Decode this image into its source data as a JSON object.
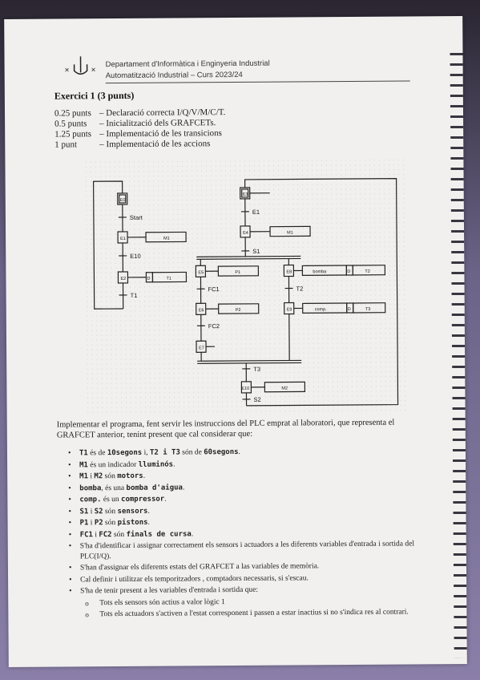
{
  "header": {
    "department": "Departament d'Informàtica i Enginyeria Industrial",
    "course": "Automatització Industrial – Curs 2023/24"
  },
  "exercise": {
    "title": "Exercici 1 (3 punts)",
    "scoring": [
      {
        "points": "0.25 punts",
        "desc": "– Declaració correcta I/Q/V/M/C/T."
      },
      {
        "points": "0.5 punts",
        "desc": "– Inicialització dels GRAFCETs."
      },
      {
        "points": "1.25 punts",
        "desc": "– Implementació de les transicions"
      },
      {
        "points": "1 punt",
        "desc": "– Implementació de les accions"
      }
    ]
  },
  "grafcet": {
    "steps": [
      "E0",
      "E1",
      "E2",
      "E3",
      "E4",
      "E5",
      "E6",
      "E7",
      "E8",
      "E9",
      "E10"
    ],
    "transitions": [
      "Start",
      "E10",
      "T1",
      "E1",
      "S1",
      "FC1",
      "FC2",
      "T2",
      "T3",
      "S2"
    ],
    "actions": [
      "M1",
      "T1",
      "M1",
      "P1",
      "bomba",
      "T2",
      "P2",
      "comp.",
      "T3",
      "M2"
    ],
    "qualifier": "D"
  },
  "body": {
    "intro": "Implementar el programa, fent servir les instruccions del PLC emprat al laboratori, que representa el GRAFCET anterior, tenint present que cal considerar que:",
    "items": [
      {
        "a": "T1",
        "b": " és de ",
        "c": "10segons",
        "d": " i, ",
        "e": "T2 i T3",
        "f": " són de ",
        "g": "60segons",
        "h": "."
      },
      {
        "a": "M1",
        "b": " és un indicador ",
        "c": "lluminós",
        "d": ".",
        "e": "",
        "f": "",
        "g": "",
        "h": ""
      },
      {
        "a": "M1",
        "b": " i ",
        "c": "M2",
        "d": " són ",
        "e": "motors",
        "f": ".",
        "g": "",
        "h": ""
      },
      {
        "a": "bomba",
        "b": ", és una ",
        "c": "bomba d'aigua",
        "d": ".",
        "e": "",
        "f": "",
        "g": "",
        "h": ""
      },
      {
        "a": "comp.",
        "b": " és un ",
        "c": "compressor",
        "d": ".",
        "e": "",
        "f": "",
        "g": "",
        "h": ""
      },
      {
        "a": "S1",
        "b": " i ",
        "c": "S2",
        "d": " són ",
        "e": "sensors",
        "f": ".",
        "g": "",
        "h": ""
      },
      {
        "a": "P1",
        "b": " i ",
        "c": "P2",
        "d": " són ",
        "e": "pistons",
        "f": ".",
        "g": "",
        "h": ""
      },
      {
        "a": "FC1",
        "b": " i ",
        "c": "FC2",
        "d": " són ",
        "e": "finals de cursa",
        "f": ".",
        "g": "",
        "h": ""
      }
    ],
    "plain_items": [
      "S'ha d'identificar i assignar correctament els sensors i actuadors a les diferents variables d'entrada i sortida del PLC(I/Q).",
      "S'han d'assignar els diferents estats del GRAFCET a las variables de memòria.",
      "Cal definir i utilitzar els temporitzadors , comptadors necessaris, si s'escau.",
      "S'ha de tenir present a les variables d'entrada i sortida que:"
    ],
    "sub_items": [
      "Tots els sensors són actius a valor lògic 1",
      "Tots els actuadors s'activen a l'estat corresponent i passen a estar inactius si no s'indica res al contrari."
    ]
  }
}
